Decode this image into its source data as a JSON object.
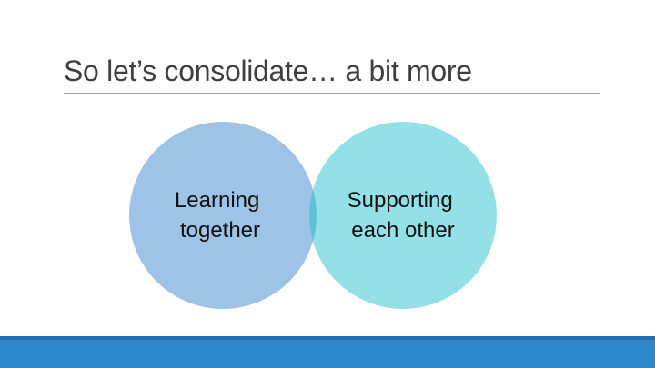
{
  "slide": {
    "title": "So let’s consolidate… a bit more"
  },
  "diagram": {
    "type": "venn",
    "circles": [
      {
        "label_lines": [
          "Learning",
          "together"
        ],
        "color": "#9dc3e6"
      },
      {
        "label_lines": [
          "Supporting",
          "each other"
        ],
        "color": "#93e0e6"
      }
    ],
    "overlap_color": "#5fc1d8"
  },
  "colors": {
    "title": "#3f3f3f",
    "rule": "#a6a6a6",
    "footer_bar": "#2e87c8",
    "footer_bar_edge": "#1f6fae"
  }
}
